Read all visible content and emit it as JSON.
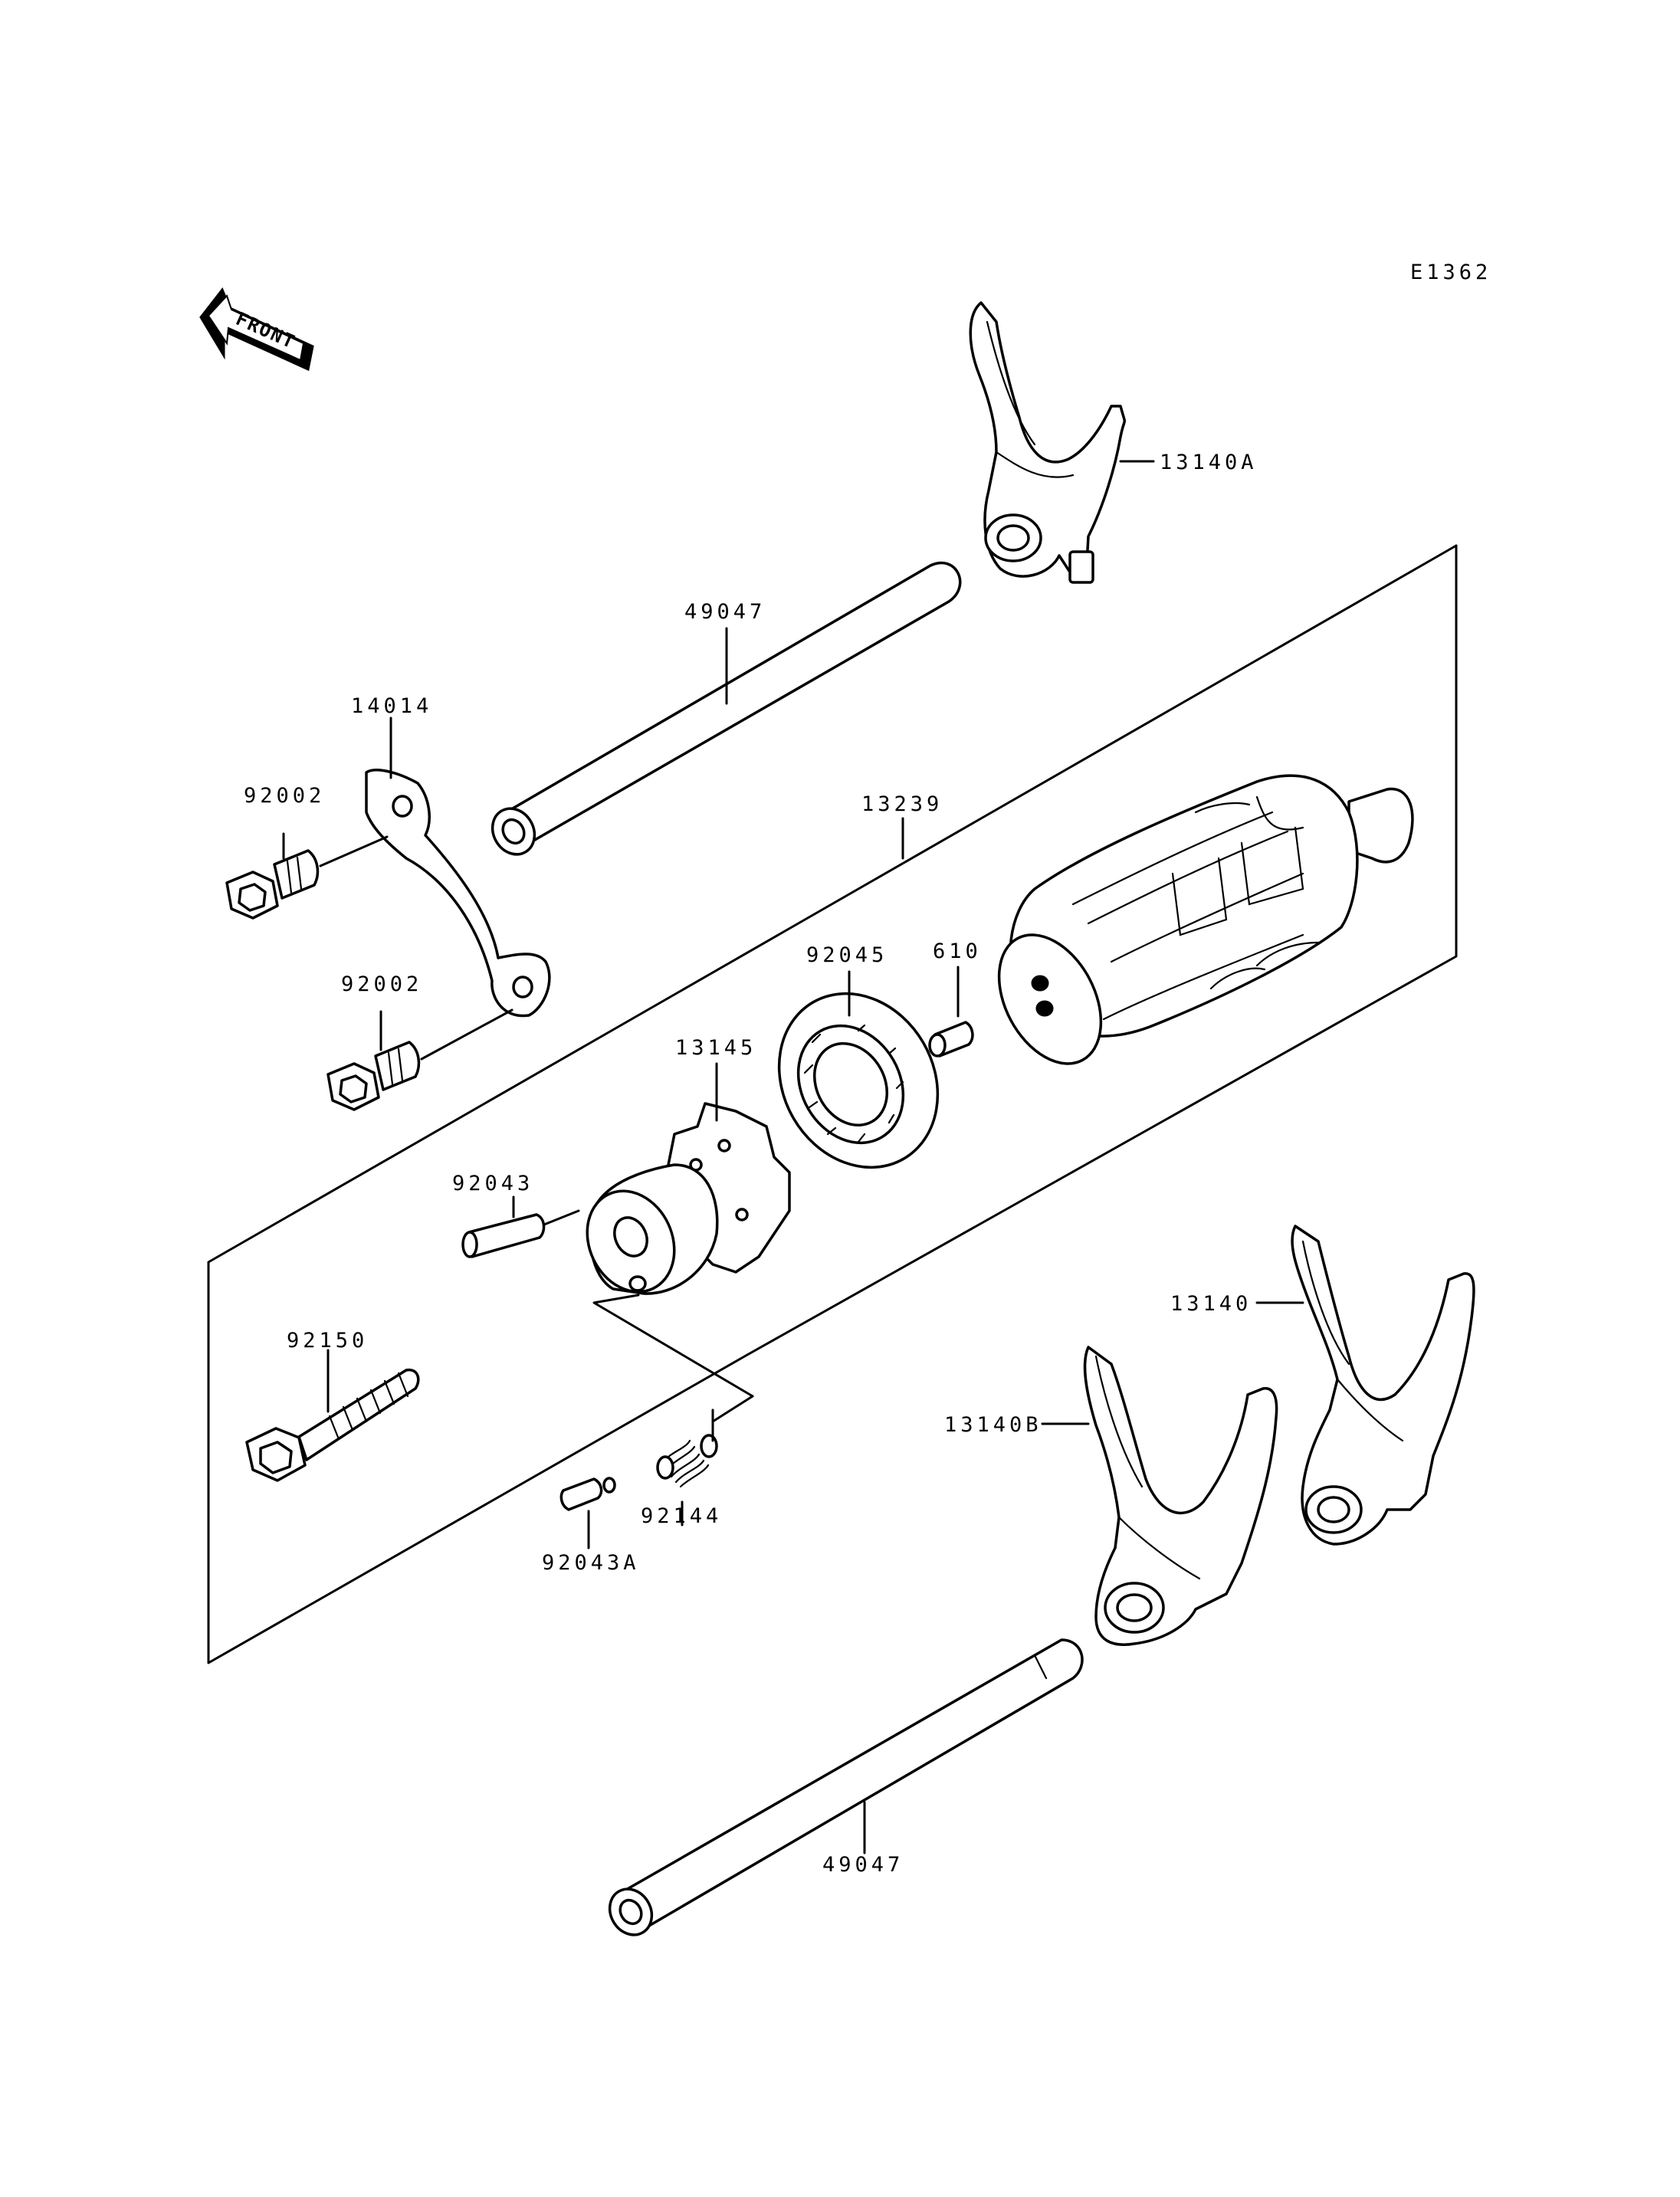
{
  "diagram_code": "E1362",
  "front_arrow": {
    "label": "FRONT",
    "icon": "front-arrow-icon"
  },
  "labels": {
    "p13140A": "13140A",
    "p49047_top": "49047",
    "p14014": "14014",
    "p92002_a": "92002",
    "p92002_b": "92002",
    "p13239": "13239",
    "p92045": "92045",
    "p610": "610",
    "p13145": "13145",
    "p92043": "92043",
    "p92150": "92150",
    "p92144": "92144",
    "p92043A": "92043A",
    "p13140": "13140",
    "p13140B": "13140B",
    "p49047_bottom": "49047"
  }
}
